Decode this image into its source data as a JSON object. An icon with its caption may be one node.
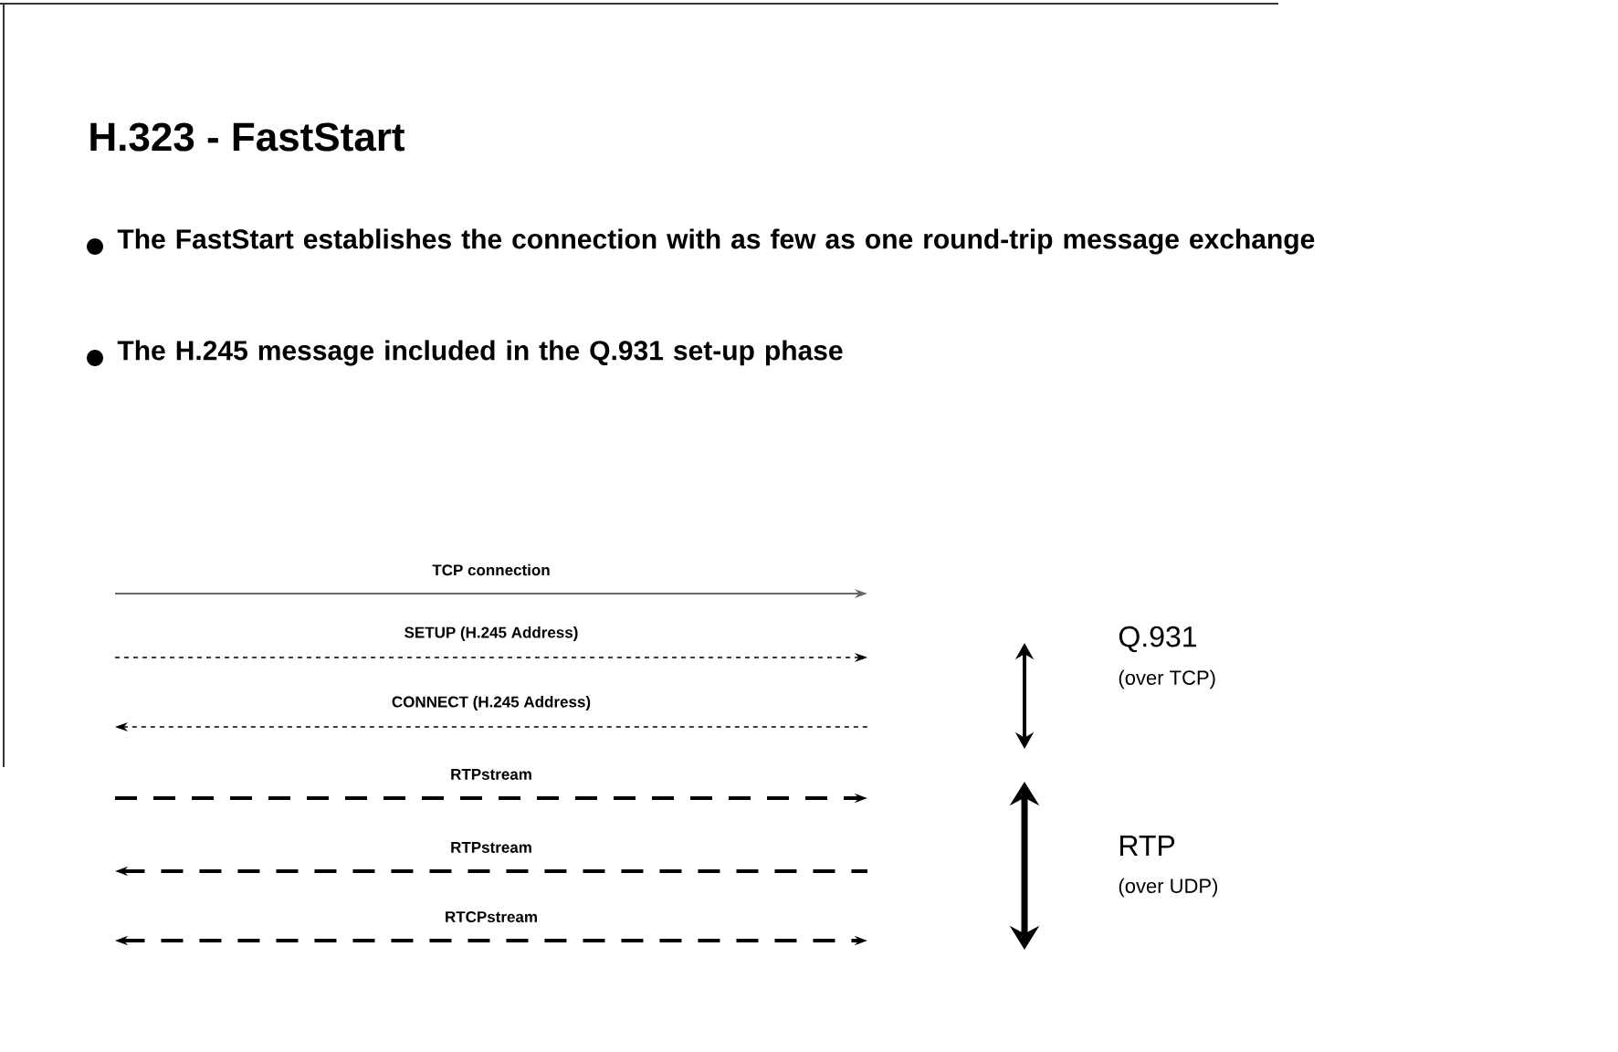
{
  "diagram": {
    "title": "H.323 - FastStart",
    "labels": [
      "The FastStart establishes the connection with as few as one round-trip message exchange",
      "The H.245 message included in the Q.931 set-up phase",
      "TCP connection",
      "SETUP (H.245 Address)",
      "CONNECT (H.245 Address)",
      "RTPstream",
      "RTPstream",
      "RTCPstream",
      "Q.931",
      "(over TCP)",
      "RTP",
      "(over UDP)"
    ]
  }
}
